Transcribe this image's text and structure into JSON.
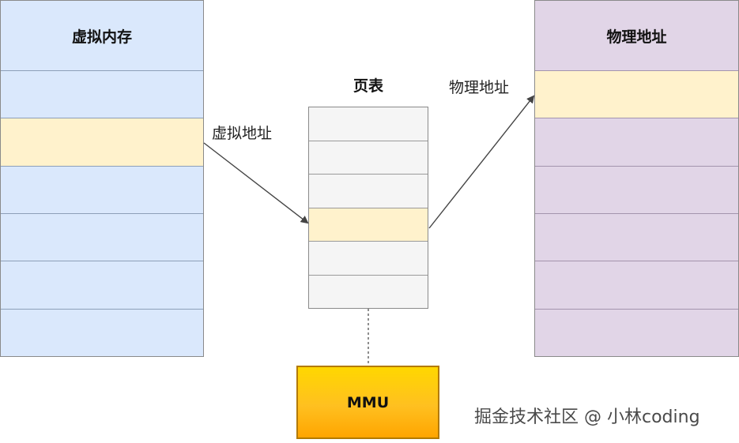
{
  "virtual_memory": {
    "title": "虚拟内存",
    "rows": 6,
    "highlight_row": 1
  },
  "page_table": {
    "title": "页表",
    "rows": 6,
    "highlight_row": 3
  },
  "physical_memory": {
    "title": "物理地址",
    "rows": 6,
    "highlight_row": 0
  },
  "arrows": {
    "virtual_address_label": "虚拟地址",
    "physical_address_label": "物理地址"
  },
  "mmu": {
    "label": "MMU"
  },
  "watermark": "掘金技术社区 @ 小林coding",
  "colors": {
    "virtual_fill": "#dae8fc",
    "physical_fill": "#e1d5e7",
    "page_table_fill": "#f5f5f5",
    "highlight_fill": "#fff2cc",
    "mmu_fill": "#ffc020"
  }
}
